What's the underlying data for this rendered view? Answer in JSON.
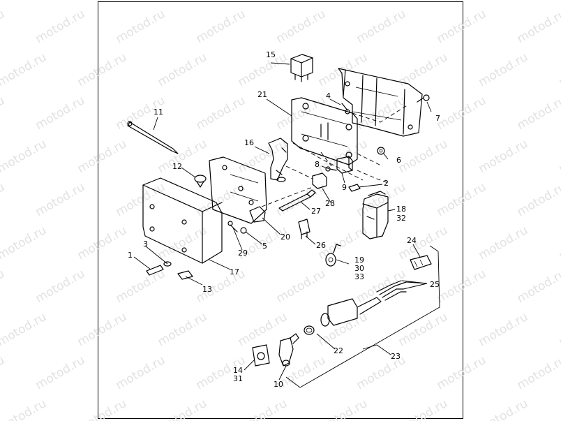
{
  "watermark": "motod.ru",
  "labels": {
    "l1": "1",
    "l2": "2",
    "l3": "3",
    "l4": "4",
    "l5": "5",
    "l6": "6",
    "l7": "7",
    "l8": "8",
    "l9": "9",
    "l10": "10",
    "l11": "11",
    "l12": "12",
    "l13": "13",
    "l14": "14",
    "l15": "15",
    "l16": "16",
    "l17": "17",
    "l18": "18",
    "l19": "19",
    "l20": "20",
    "l21": "21",
    "l22": "22",
    "l23": "23",
    "l24": "24",
    "l25": "25",
    "l26": "26",
    "l27": "27",
    "l28": "28",
    "l29": "29",
    "l30": "30",
    "l31": "31",
    "l32": "32",
    "l33": "33"
  }
}
